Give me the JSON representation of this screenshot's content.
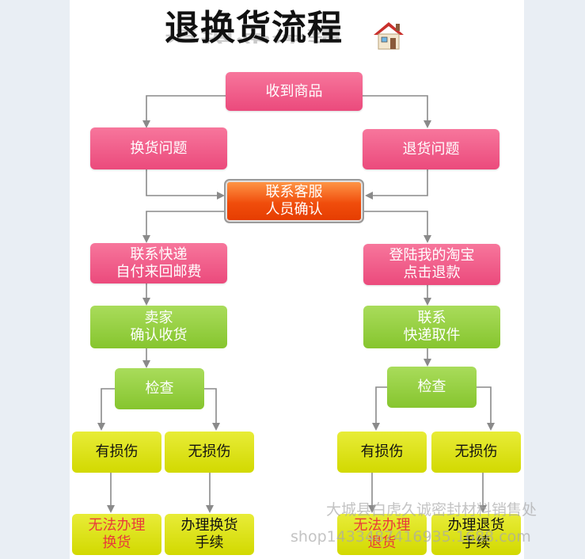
{
  "title": "退换货流程",
  "nodes": {
    "receive": "收到商品",
    "exchange_issue": "换货问题",
    "return_issue": "退货问题",
    "contact_cs": [
      "联系客服",
      "人员确认"
    ],
    "left_courier": [
      "联系快递",
      "自付来回邮费"
    ],
    "right_login": [
      "登陆我的淘宝",
      "点击退款"
    ],
    "seller_confirm": [
      "卖家",
      "确认收货"
    ],
    "right_courier": [
      "联系",
      "快递取件"
    ],
    "left_check": "检查",
    "right_check": "检查",
    "left_damaged": "有损伤",
    "left_undamaged": "无损伤",
    "right_damaged": "有损伤",
    "right_undamaged": "无损伤",
    "left_cannot": [
      "无法办理",
      "换货"
    ],
    "left_process": [
      "办理换货",
      "手续"
    ],
    "right_cannot": [
      "无法办理",
      "退货"
    ],
    "right_process": [
      "办理退货",
      "手续"
    ]
  },
  "watermark": {
    "line1": "大城县白虎久诚密封材料销售处",
    "line2": "shop1433487416935.1688.com"
  },
  "colors": {
    "pink": "#eb4a7c",
    "green": "#86c52e",
    "yellow": "#d2d900",
    "orange": "#f04d0c",
    "arrow": "#8a8a8a",
    "red_text": "#e83a3a"
  }
}
